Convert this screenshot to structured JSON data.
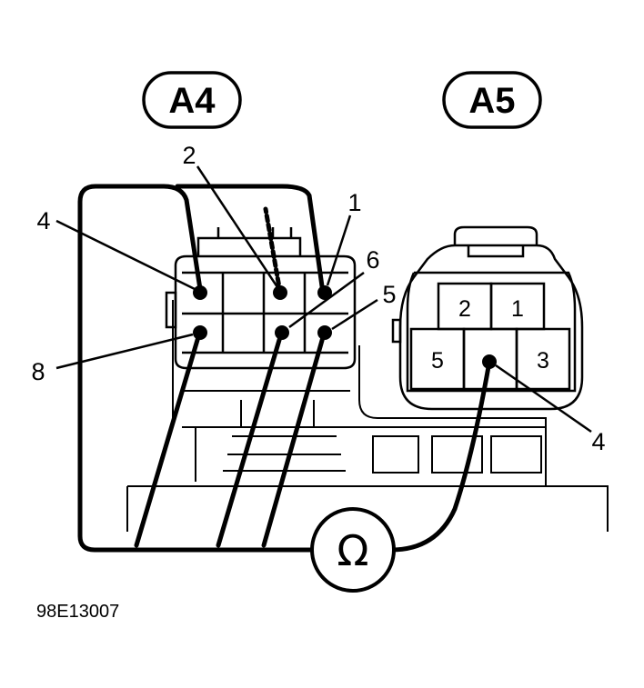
{
  "connectors": {
    "a4": {
      "badge": "A4"
    },
    "a5": {
      "badge": "A5"
    }
  },
  "a4_callouts": [
    "2",
    "1",
    "4",
    "6",
    "5",
    "8"
  ],
  "a5_pins": [
    "2",
    "1",
    "5",
    "3"
  ],
  "a5_callout": "4",
  "meter_symbol": "Ω",
  "figure_id": "98E13007"
}
